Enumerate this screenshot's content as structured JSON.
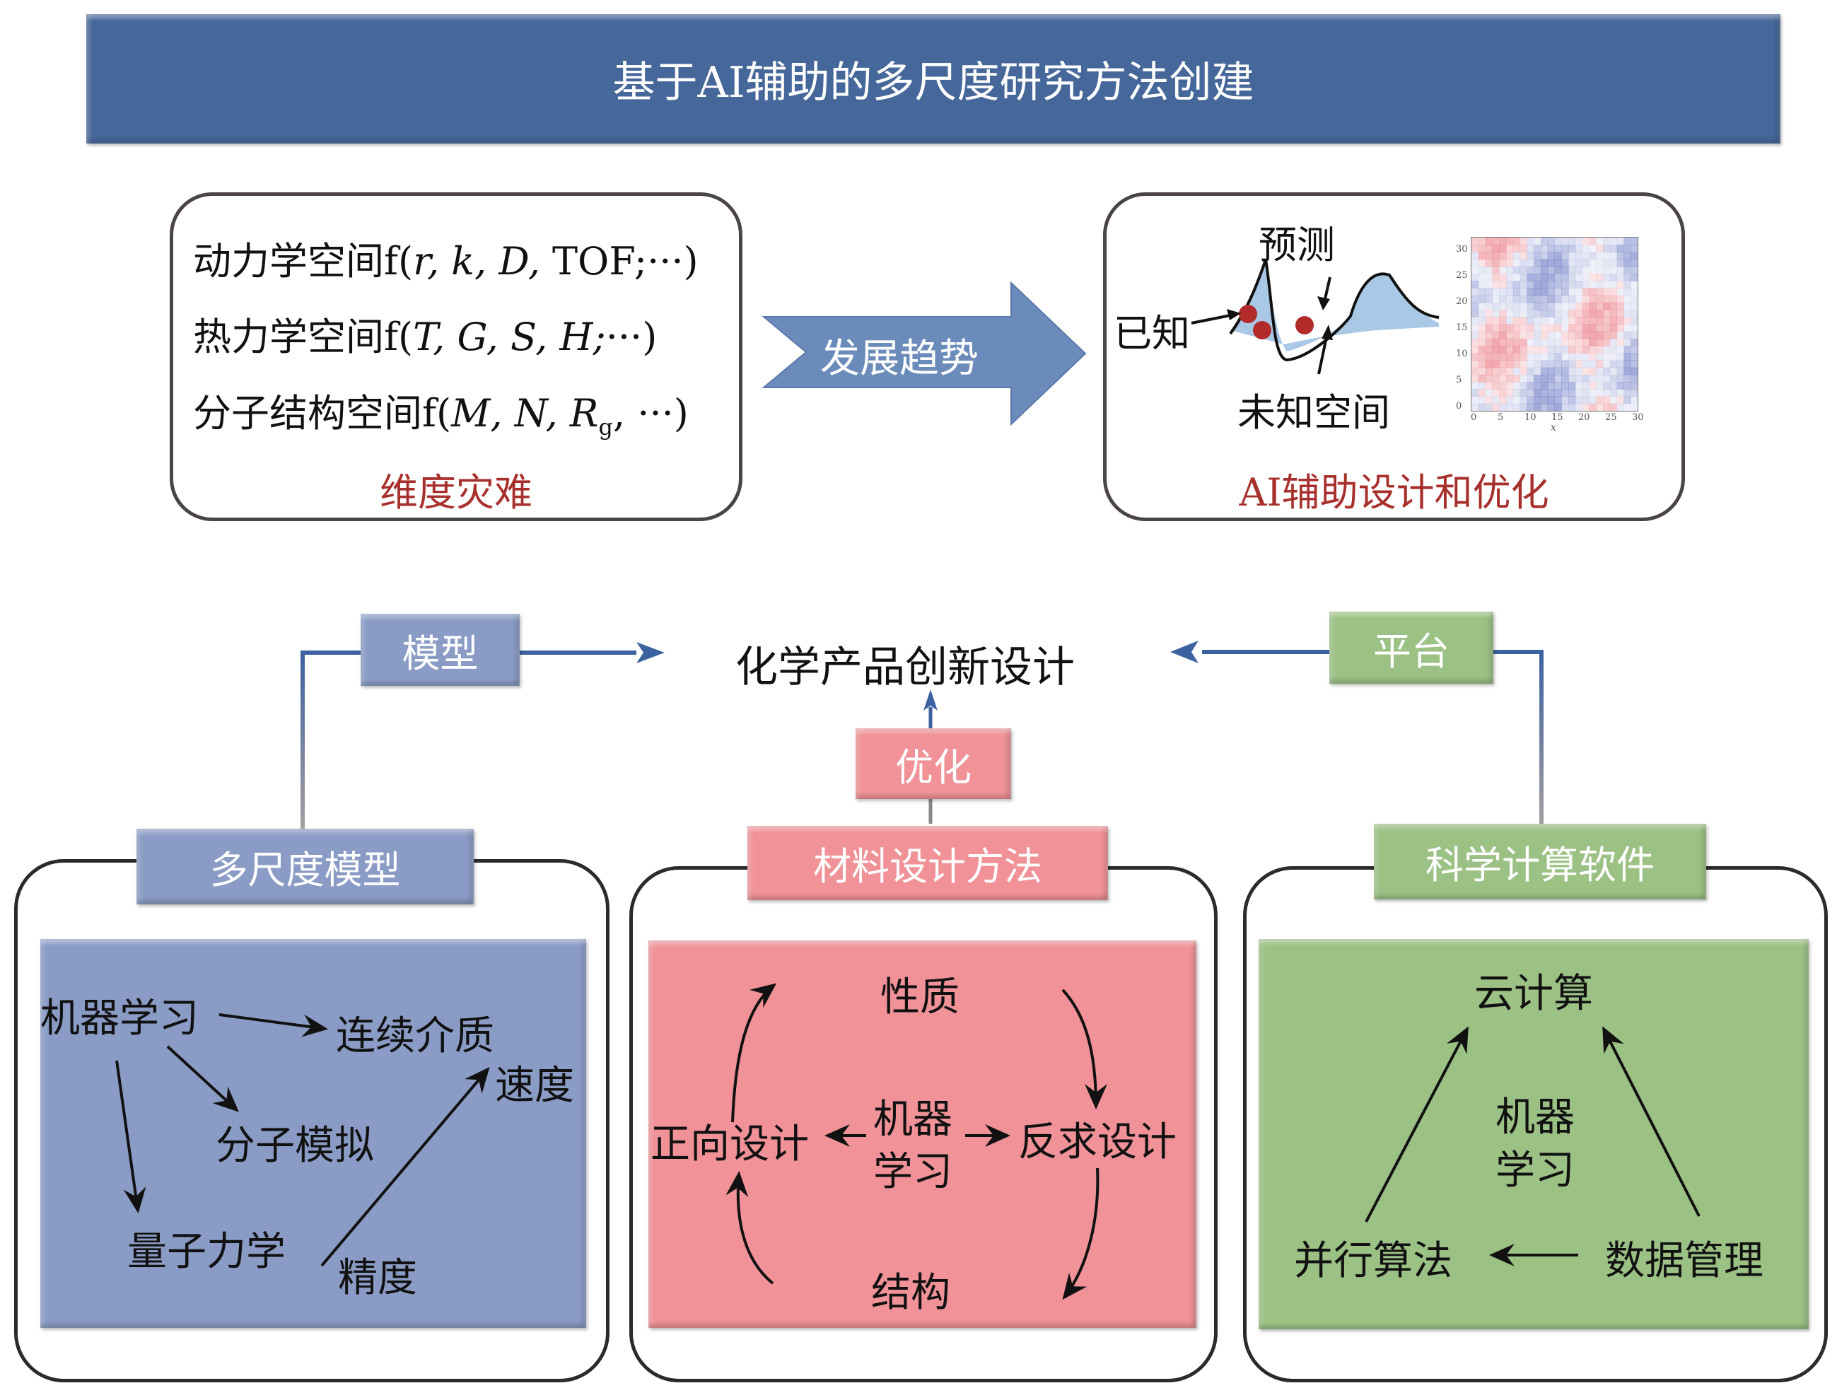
{
  "banner": {
    "title": "基于AI辅助的多尺度研究方法创建"
  },
  "dimension_box": {
    "lines": [
      {
        "prefix": "动力学空间f(",
        "vars": "r, k, D,",
        "tail": " TOF;···)"
      },
      {
        "prefix": "热力学空间f(",
        "vars": "T, G, S, H;",
        "tail": "···)"
      },
      {
        "prefix": "分子结构空间f(",
        "vars": "M, N, R",
        "sub": "g",
        "tail": ", ···)"
      }
    ],
    "caption": "维度灾难"
  },
  "trend_arrow": {
    "label": "发展趋势"
  },
  "ai_box": {
    "known_label": "已知",
    "predict_label": "预测",
    "unknown_label": "未知空间",
    "caption": "AI辅助设计和优化",
    "heatmap": {
      "x_ticks": [
        "0",
        "5",
        "10",
        "15",
        "20",
        "25",
        "30"
      ],
      "y_ticks": [
        "0",
        "5",
        "10",
        "15",
        "20",
        "25",
        "30"
      ],
      "xlabel": "x",
      "colors": {
        "positive": "#e8707a",
        "negative": "#6070c0"
      }
    }
  },
  "center": {
    "title": "化学产品创新设计",
    "model_tag": "模型",
    "platform_tag": "平台",
    "optimize_tag": "优化"
  },
  "panels": {
    "multiscale": {
      "header": "多尺度模型",
      "nodes": {
        "ml": "机器学习",
        "continuum": "连续介质",
        "speed": "速度",
        "molsim": "分子模拟",
        "quantum": "量子力学",
        "precision": "精度"
      }
    },
    "material": {
      "header": "材料设计方法",
      "nodes": {
        "property": "性质",
        "forward": "正向设计",
        "ml1": "机器",
        "ml2": "学习",
        "inverse": "反求设计",
        "structure": "结构"
      }
    },
    "software": {
      "header": "科学计算软件",
      "nodes": {
        "cloud": "云计算",
        "ml1": "机器",
        "ml2": "学习",
        "parallel": "并行算法",
        "data": "数据管理"
      }
    }
  },
  "colors": {
    "banner": "#46679a",
    "blue": "#8a9cc5",
    "pink": "#f09297",
    "green": "#9cc185",
    "caption_red": "#a8302c",
    "arrow_blue": "#3d62a0"
  }
}
